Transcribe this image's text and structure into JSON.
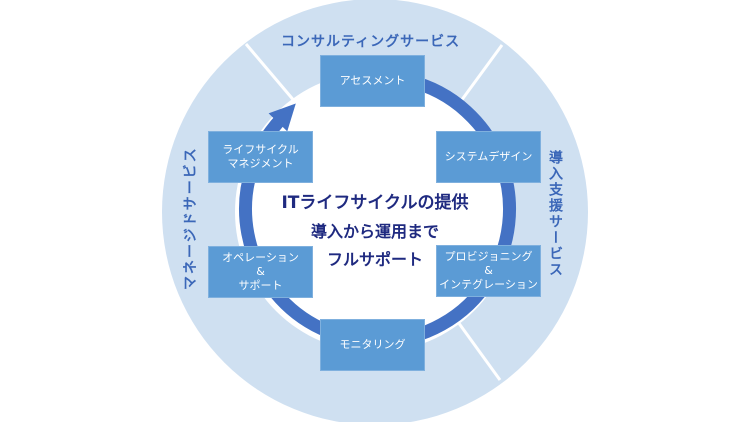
{
  "colors": {
    "ring_bg": "#cfe0f1",
    "arrow": "#4472c4",
    "box": "#5b9bd5",
    "label": "#3b67b8",
    "center_text": "#1f2a80"
  },
  "segments": {
    "top": "コンサルティングサービス",
    "right": "導入支援サービス",
    "left": "マネージドサービス"
  },
  "steps": [
    {
      "lines": [
        "アセスメント"
      ]
    },
    {
      "lines": [
        "システムデザイン"
      ]
    },
    {
      "lines": [
        "プロビジョニング",
        "&",
        "インテグレーション"
      ]
    },
    {
      "lines": [
        "モニタリング"
      ]
    },
    {
      "lines": [
        "オペレーション",
        "&",
        "サポート"
      ]
    },
    {
      "lines": [
        "ライフサイクル",
        "マネジメント"
      ]
    }
  ],
  "center": {
    "line1": "ITライフサイクルの提供",
    "line2": "導入から運用まで",
    "line3": "フルサポート"
  }
}
